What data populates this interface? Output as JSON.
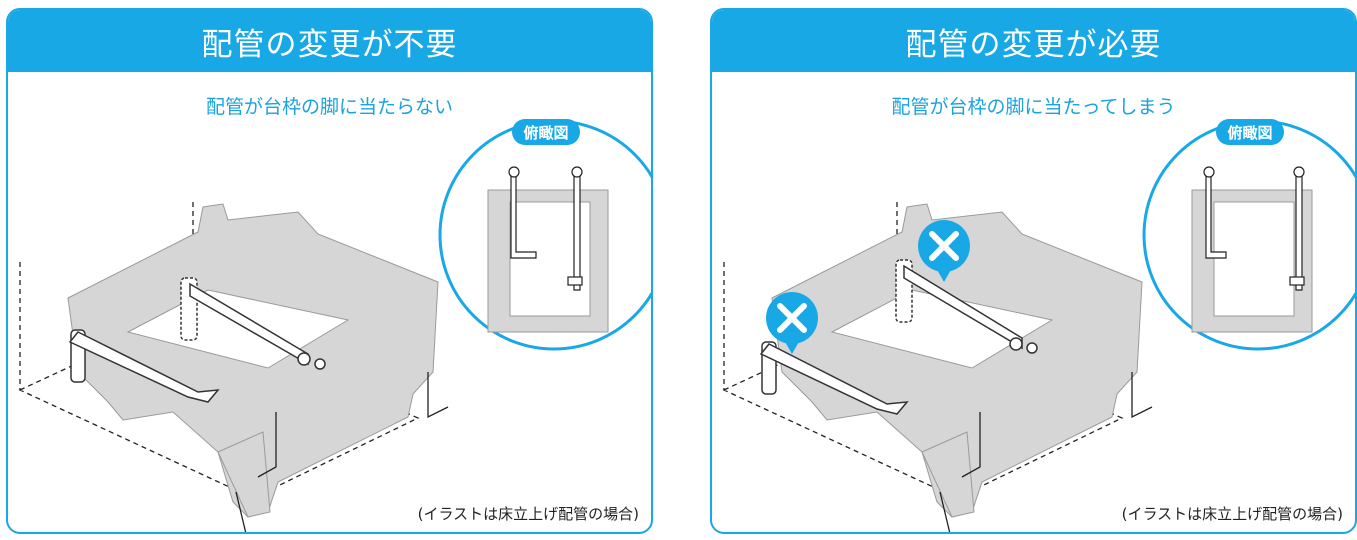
{
  "panels": [
    {
      "title": "配管の変更が不要",
      "subtitle": "配管が台枠の脚に当たらない",
      "top_view_label": "俯瞰図",
      "note": "(イラストは床立上げ配管の場合)"
    },
    {
      "title": "配管の変更が必要",
      "subtitle": "配管が台枠の脚に当たってしまう",
      "top_view_label": "俯瞰図",
      "note": "(イラストは床立上げ配管の場合)"
    }
  ],
  "colors": {
    "accent": "#19a8e6",
    "frame": "#d6d6d6",
    "error_mark": "#19a8e6"
  },
  "icons": [
    "error-x-icon"
  ]
}
